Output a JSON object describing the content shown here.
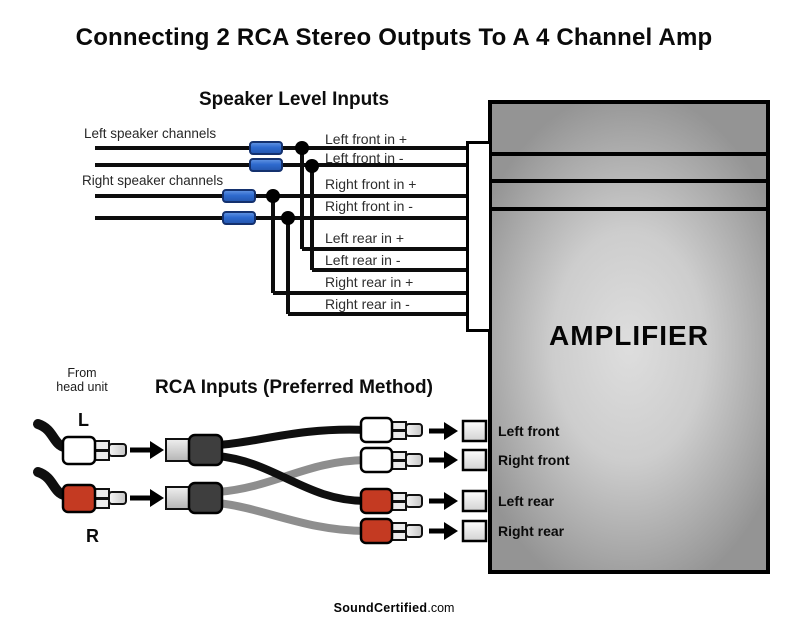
{
  "title": "Connecting 2 RCA Stereo Outputs To A 4 Channel Amp",
  "speaker_section": {
    "heading": "Speaker Level Inputs",
    "channel_labels": [
      "Left speaker channels",
      "Right speaker channels"
    ],
    "wire_labels": [
      "Left front in +",
      "Left front in -",
      "Right front in +",
      "Right front in -",
      "Left rear in +",
      "Left rear in -",
      "Right rear in +",
      "Right rear in -"
    ]
  },
  "rca_section": {
    "heading": "RCA Inputs (Preferred Method)",
    "source_label_line1": "From",
    "source_label_line2": "head unit",
    "left_plug_label": "L",
    "right_plug_label": "R",
    "amp_input_labels": [
      "Left front",
      "Right front",
      "Left rear",
      "Right rear"
    ]
  },
  "amplifier": {
    "label": "AMPLIFIER"
  },
  "footer": {
    "brand": "SoundCertified",
    "suffix": ".com"
  },
  "colors": {
    "crimp_connector_blue": "#2e6ace",
    "rca_red": "#c43a22",
    "cable_gray": "#8e8e8e",
    "wire_black": "#0d0d0d",
    "splitter_dark_gray": "#3e3e3e",
    "amp_gray_light": "#dedede",
    "amp_gray_dark": "#949494"
  }
}
